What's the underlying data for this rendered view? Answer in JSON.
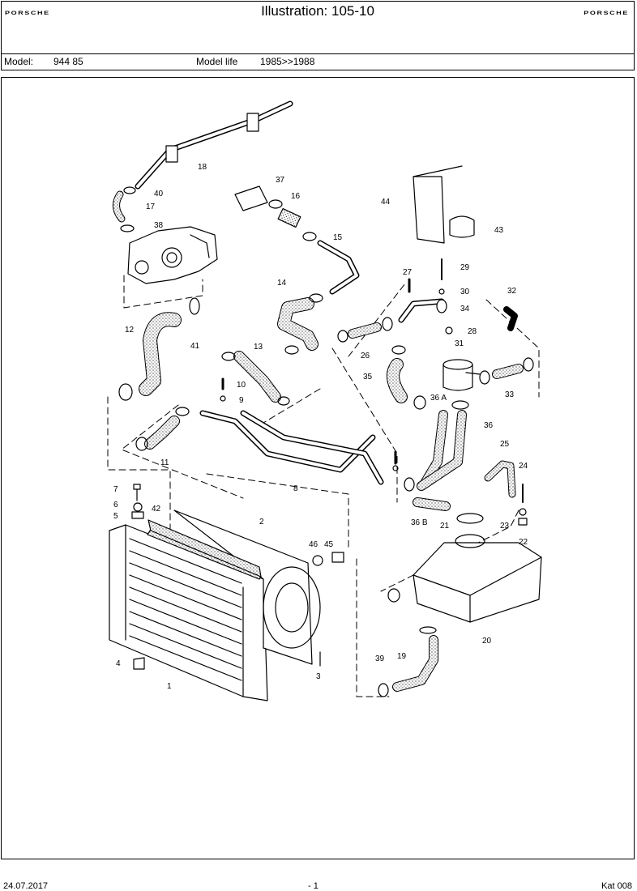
{
  "header": {
    "brand_left": "PORSCHE",
    "brand_right": "PORSCHE",
    "title": "Illustration: 105-10"
  },
  "model_bar": {
    "model_label": "Model:",
    "model_value": "944 85",
    "life_label": "Model life",
    "life_value": "1985>>1988"
  },
  "diagram": {
    "part_labels": [
      "1",
      "2",
      "3",
      "4",
      "5",
      "6",
      "7",
      "8",
      "9",
      "10",
      "11",
      "12",
      "13",
      "14",
      "15",
      "16",
      "17",
      "18",
      "19",
      "20",
      "21",
      "22",
      "23",
      "24",
      "25",
      "26",
      "27",
      "28",
      "29",
      "30",
      "31",
      "32",
      "33",
      "34",
      "35",
      "36",
      "37",
      "38",
      "39",
      "40",
      "41",
      "42",
      "43",
      "44",
      "45",
      "46",
      "36 A",
      "36 B"
    ]
  },
  "footer": {
    "date": "24.07.2017",
    "page": "- 1",
    "catalog": "Kat 008"
  },
  "colors": {
    "line": "#000000",
    "background": "#ffffff"
  }
}
